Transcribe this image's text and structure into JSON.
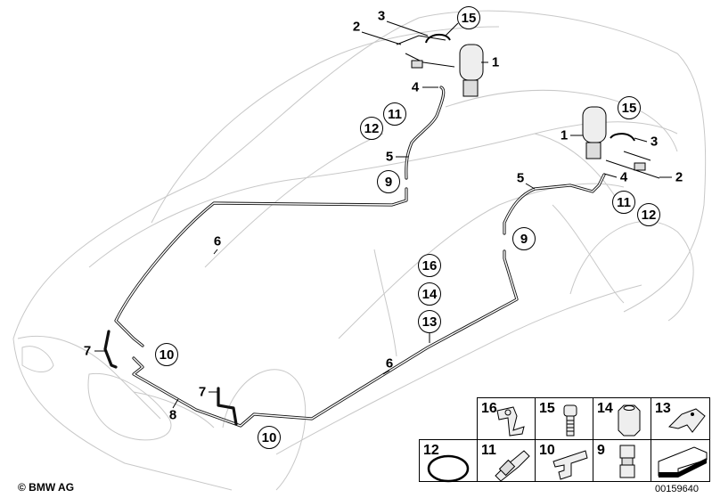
{
  "callouts": [
    {
      "label": "2",
      "circled": false
    },
    {
      "label": "3",
      "circled": false
    },
    {
      "label": "15",
      "circled": true
    },
    {
      "label": "1",
      "circled": false
    },
    {
      "label": "4",
      "circled": false
    },
    {
      "label": "11",
      "circled": true
    },
    {
      "label": "12",
      "circled": true
    },
    {
      "label": "5",
      "circled": false
    },
    {
      "label": "9",
      "circled": true
    },
    {
      "label": "6",
      "circled": false
    },
    {
      "label": "16",
      "circled": true
    },
    {
      "label": "14",
      "circled": true
    },
    {
      "label": "13",
      "circled": true
    },
    {
      "label": "6",
      "circled": false
    },
    {
      "label": "7",
      "circled": false
    },
    {
      "label": "10",
      "circled": true
    },
    {
      "label": "7",
      "circled": false
    },
    {
      "label": "8",
      "circled": false
    },
    {
      "label": "10",
      "circled": true
    },
    {
      "label": "15",
      "circled": true
    },
    {
      "label": "1",
      "circled": false
    },
    {
      "label": "3",
      "circled": false
    },
    {
      "label": "4",
      "circled": false
    },
    {
      "label": "2",
      "circled": false
    },
    {
      "label": "5",
      "circled": false
    },
    {
      "label": "11",
      "circled": true
    },
    {
      "label": "12",
      "circled": true
    },
    {
      "label": "9",
      "circled": true
    }
  ],
  "parts_legend": [
    {
      "label": "16",
      "part": "bracket"
    },
    {
      "label": "15",
      "part": "screw"
    },
    {
      "label": "14",
      "part": "nut"
    },
    {
      "label": "13",
      "part": "clip"
    },
    {
      "label": "12",
      "part": "o-ring"
    },
    {
      "label": "11",
      "part": "connector"
    },
    {
      "label": "10",
      "part": "t-piece"
    },
    {
      "label": "9",
      "part": "union"
    },
    {
      "label": "",
      "part": "arrow"
    }
  ],
  "copyright": "© BMW AG",
  "image_number": "00159640"
}
